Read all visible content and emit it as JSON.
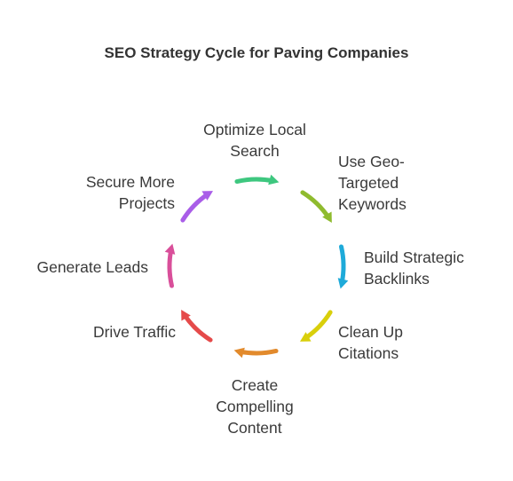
{
  "title": "SEO Strategy Cycle for Paving Companies",
  "colors": {
    "background": "#ffffff",
    "text": "#3a3a3a",
    "title": "#333333"
  },
  "steps": [
    {
      "lines": [
        "Optimize Local",
        "Search"
      ],
      "color": "#3ec77f",
      "icon": "arrow-arc"
    },
    {
      "lines": [
        "Use Geo-",
        "Targeted",
        "Keywords"
      ],
      "color": "#8fbb2e",
      "icon": "arrow-arc"
    },
    {
      "lines": [
        "Build Strategic",
        "Backlinks"
      ],
      "color": "#1eaad9",
      "icon": "arrow-arc"
    },
    {
      "lines": [
        "Clean Up",
        "Citations"
      ],
      "color": "#d9cf0b",
      "icon": "arrow-arc"
    },
    {
      "lines": [
        "Create",
        "Compelling",
        "Content"
      ],
      "color": "#e28a2c",
      "icon": "arrow-arc"
    },
    {
      "lines": [
        "Drive Traffic"
      ],
      "color": "#e54a4a",
      "icon": "arrow-arc"
    },
    {
      "lines": [
        "Generate Leads"
      ],
      "color": "#d94f9a",
      "icon": "arrow-arc"
    },
    {
      "lines": [
        "Secure More",
        "Projects"
      ],
      "color": "#a95de8",
      "icon": "arrow-arc"
    }
  ]
}
